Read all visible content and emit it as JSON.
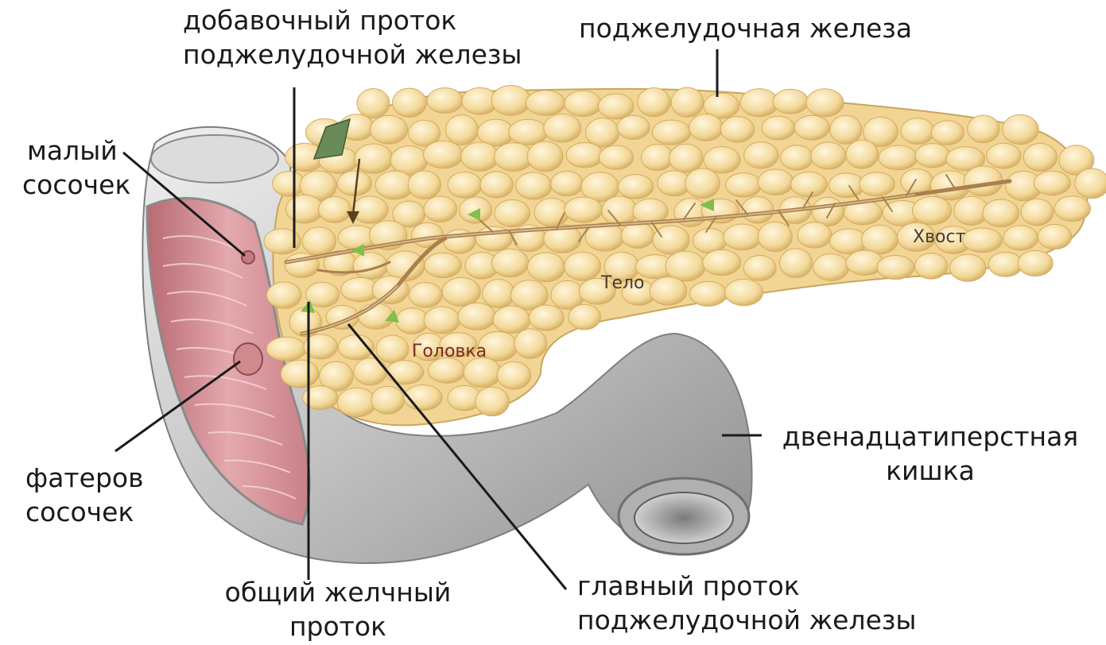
{
  "labels": {
    "accessory_duct": [
      "добавочный проток",
      "поджелудочной железы"
    ],
    "pancreas": "поджелудочная железа",
    "minor_papilla": [
      "малый",
      "сосочек"
    ],
    "major_papilla": [
      "фатеров",
      "сосочек"
    ],
    "common_bile_duct": [
      "общий желчный",
      "проток"
    ],
    "main_duct": [
      "главный проток",
      "поджелудочной железы"
    ],
    "duodenum": [
      "двенадцатиперстная",
      "кишка"
    ]
  },
  "regions": {
    "head": "Головка",
    "body": "Тело",
    "tail": "Хвост"
  },
  "colors": {
    "label_text": "#1a1a1a",
    "leader_line": "#1a1a1a",
    "region_text": "#7a2a2a",
    "pancreas_fill": "#f4dca0",
    "pancreas_lobule": "#fbe9bf",
    "duodenum_fill": "#c9c9c9",
    "duodenum_inner": "#d9a0a0",
    "duct": "#b08a5a"
  }
}
